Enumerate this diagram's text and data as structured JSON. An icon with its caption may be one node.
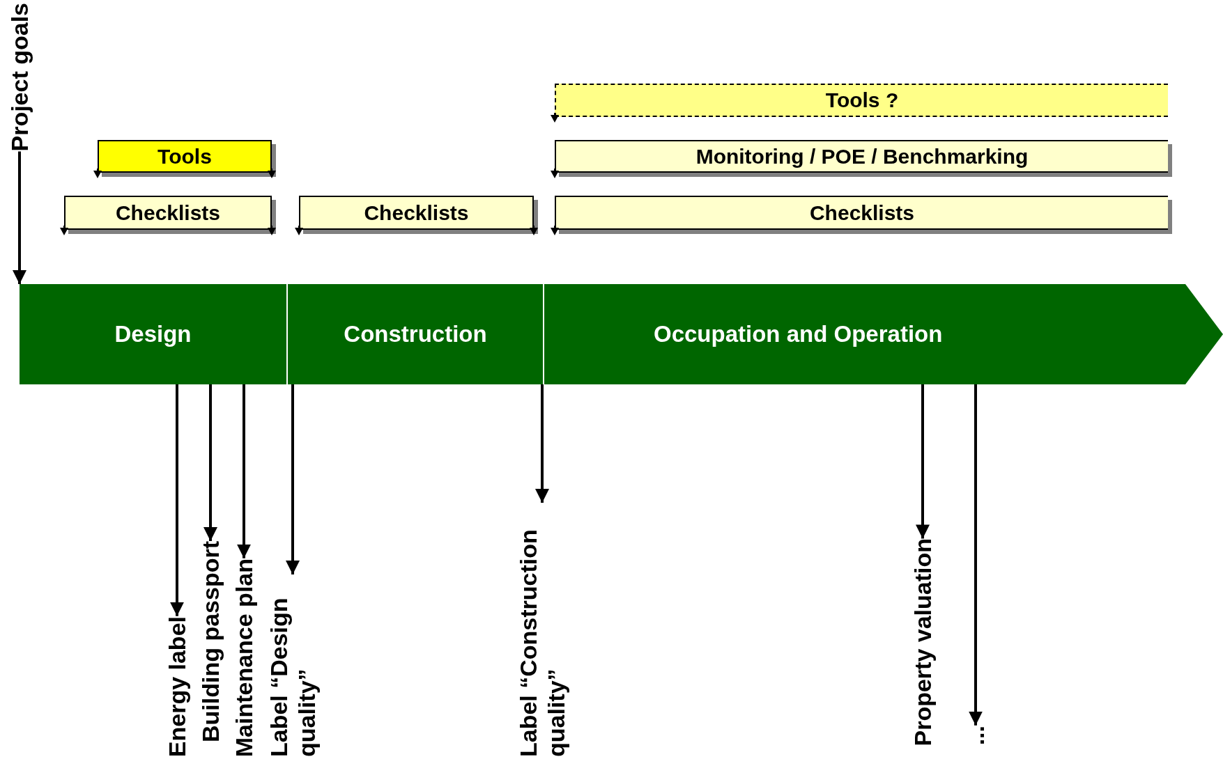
{
  "diagram": {
    "nodes": [
      {
        "text": [
          "Project goals"
        ]
      },
      {
        "text": [
          "Tools"
        ]
      },
      {
        "text": [
          "Checklists"
        ]
      },
      {
        "text": [
          "Checklists"
        ]
      },
      {
        "text": [
          "Tools ?"
        ]
      },
      {
        "text": [
          "Monitoring / POE / Benchmarking"
        ]
      },
      {
        "text": [
          "Checklists"
        ]
      },
      {
        "text": [
          "Design"
        ]
      },
      {
        "text": [
          "Construction"
        ]
      },
      {
        "text": [
          "Occupation and Operation"
        ]
      },
      {
        "text": [
          "Energy label"
        ]
      },
      {
        "text": [
          "Building passport"
        ]
      },
      {
        "text": [
          "Maintenance plan"
        ]
      },
      {
        "text": [
          "Label “Design quality”"
        ]
      },
      {
        "text": [
          "Label “Construction quality”"
        ]
      },
      {
        "text": [
          "Property valuation"
        ]
      },
      {
        "text": [
          "..."
        ]
      }
    ],
    "edges": [
      {
        "from": 0,
        "to": 7,
        "arrow": "to"
      },
      {
        "from": 7,
        "to": 10,
        "arrow": "to"
      },
      {
        "from": 7,
        "to": 11,
        "arrow": "to"
      },
      {
        "from": 7,
        "to": 12,
        "arrow": "to"
      },
      {
        "from": 7,
        "to": 13,
        "arrow": "to"
      },
      {
        "from": 8,
        "to": 14,
        "arrow": "to"
      },
      {
        "from": 9,
        "to": 15,
        "arrow": "to"
      },
      {
        "from": 9,
        "to": 16,
        "arrow": "to"
      }
    ]
  }
}
